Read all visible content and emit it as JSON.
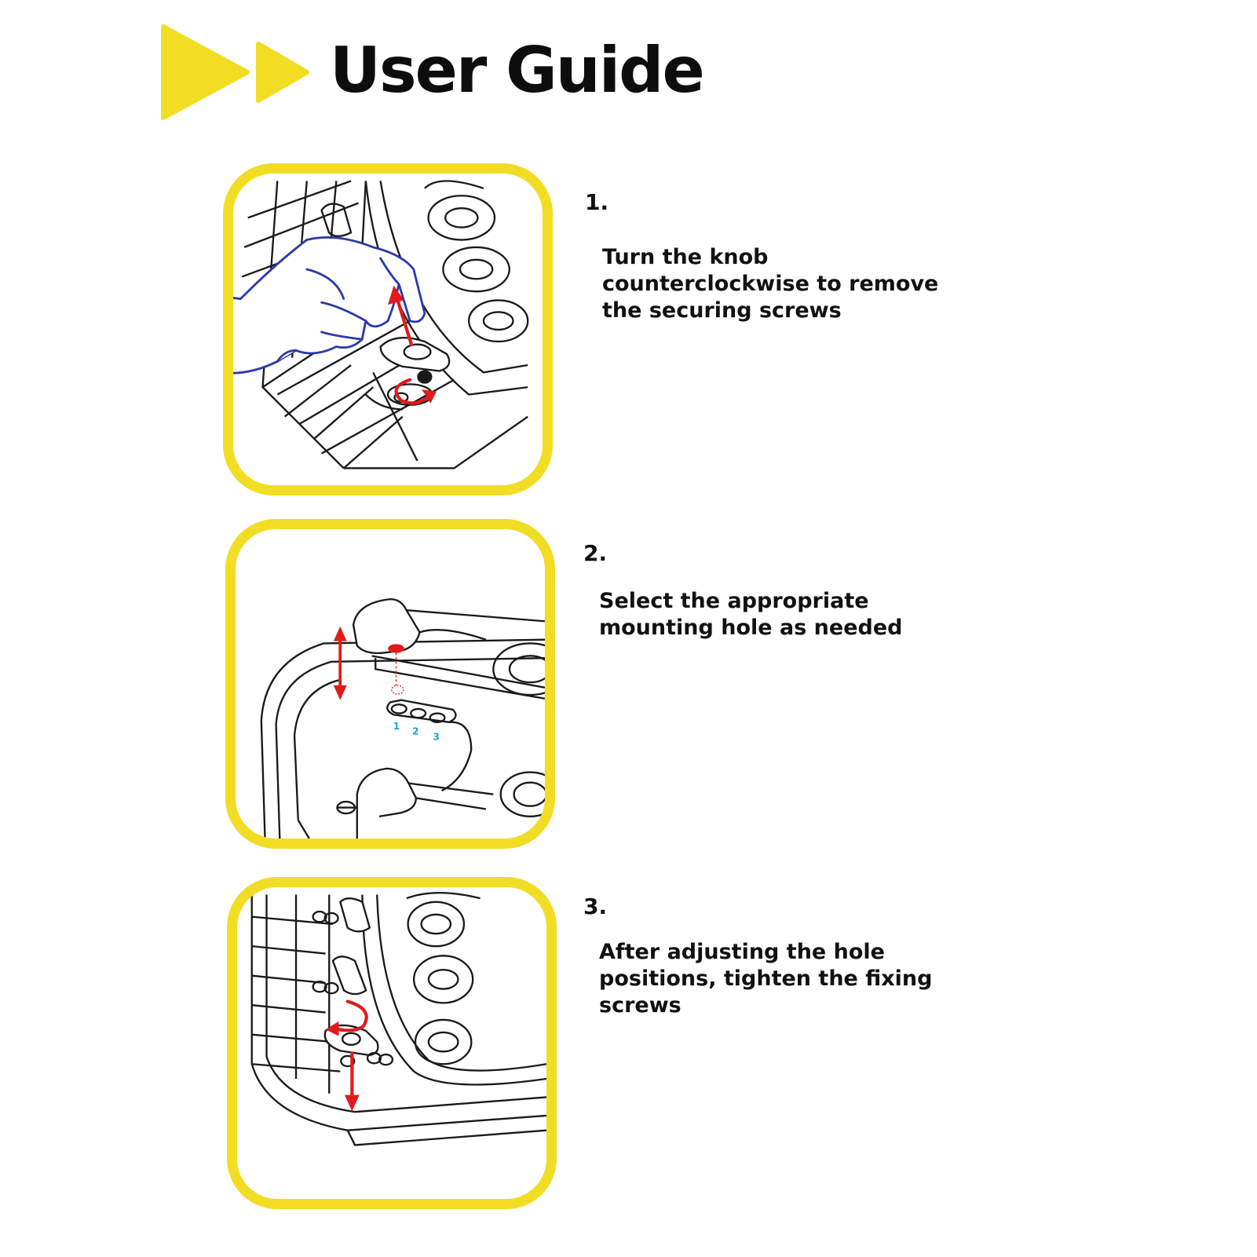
{
  "page": {
    "title": "User Guide",
    "accent_color": "#f2dd25",
    "arrow_color": "#e01b1b",
    "hand_color": "#2b3aa8",
    "label_color": "#1aa3d8"
  },
  "steps": [
    {
      "number": "1.",
      "text": "Turn the knob counterclockwise to remove the securing screws",
      "illustration": "knob-removal-icon"
    },
    {
      "number": "2.",
      "text": "Select the appropriate mounting hole as needed",
      "illustration": "mounting-hole-icon",
      "hole_labels": [
        "1",
        "2",
        "3"
      ]
    },
    {
      "number": "3.",
      "text": "After adjusting the hole positions, tighten the fixing screws",
      "illustration": "tighten-screw-icon"
    }
  ]
}
